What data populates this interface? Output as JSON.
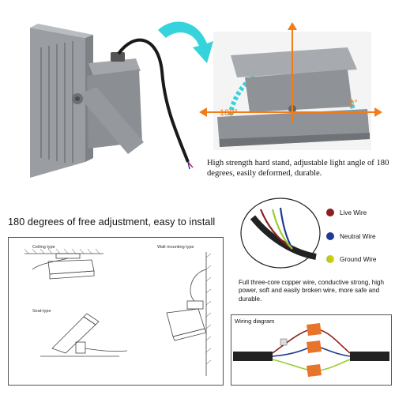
{
  "top": {
    "angle_left": "180°",
    "angle_right": "0°",
    "caption": "High strength hard stand, adjustable light angle of 180 degrees, easily deformed, durable."
  },
  "install": {
    "heading": "180 degrees of free adjustment, easy to install",
    "ceiling_label": "Ceiling type",
    "wall_label": "Wall mounting type",
    "seat_label": "Seat-type"
  },
  "wires": {
    "items": [
      {
        "label": "Live Wire",
        "color": "#8b1e1e"
      },
      {
        "label": "Neutral Wire",
        "color": "#1f3a93"
      },
      {
        "label": "Ground Wire",
        "color": "#9acd32"
      }
    ],
    "caption": "Full three-core copper wire, conductive strong, high power, soft and easily broken wire, more safe and durable.",
    "diagram_title": "Wiring diagram"
  },
  "colors": {
    "housing": "#8f9296",
    "arrow_cyan": "#35d3dc",
    "angle_orange": "#f07d1a",
    "connector_orange": "#e8732a"
  }
}
